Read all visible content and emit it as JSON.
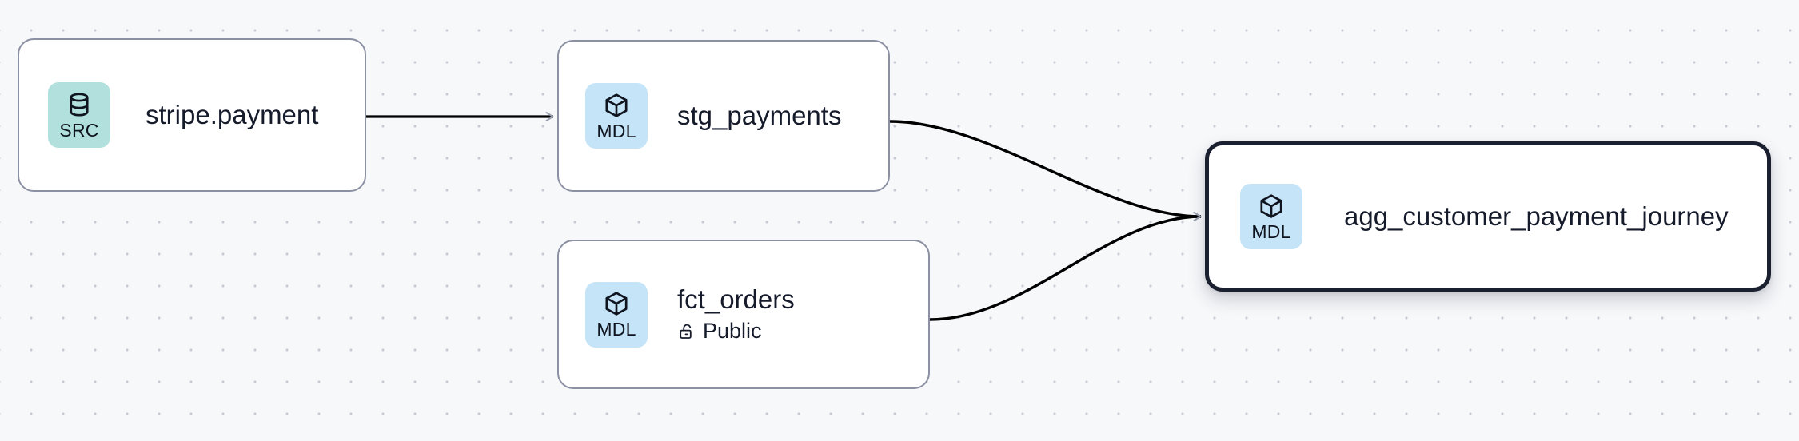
{
  "graph": {
    "type": "lineage-dag",
    "background_color": "#f7f8fa",
    "grid": "dot-grid",
    "nodes": [
      {
        "id": "stripe_payment",
        "title": "stripe.payment",
        "badge_label": "SRC",
        "badge_icon": "database-icon",
        "badge_color": "#b2e0dd",
        "selected": false,
        "subtitle": null,
        "subtitle_icon": null
      },
      {
        "id": "stg_payments",
        "title": "stg_payments",
        "badge_label": "MDL",
        "badge_icon": "cube-icon",
        "badge_color": "#c5e4f7",
        "selected": false,
        "subtitle": null,
        "subtitle_icon": null
      },
      {
        "id": "fct_orders",
        "title": "fct_orders",
        "badge_label": "MDL",
        "badge_icon": "cube-icon",
        "badge_color": "#c5e4f7",
        "selected": false,
        "subtitle": "Public",
        "subtitle_icon": "unlock-icon"
      },
      {
        "id": "agg_customer_payment_journey",
        "title": "agg_customer_payment_journey",
        "badge_label": "MDL",
        "badge_icon": "cube-icon",
        "badge_color": "#c5e4f7",
        "selected": true,
        "selected_border_color": "#1b2030",
        "subtitle": null,
        "subtitle_icon": null
      }
    ],
    "edges": [
      {
        "from": "stripe_payment",
        "to": "stg_payments",
        "style": "straight",
        "color": "#000000"
      },
      {
        "from": "stg_payments",
        "to": "agg_customer_payment_journey",
        "style": "bezier",
        "color": "#000000"
      },
      {
        "from": "fct_orders",
        "to": "agg_customer_payment_journey",
        "style": "bezier",
        "color": "#000000"
      }
    ]
  }
}
